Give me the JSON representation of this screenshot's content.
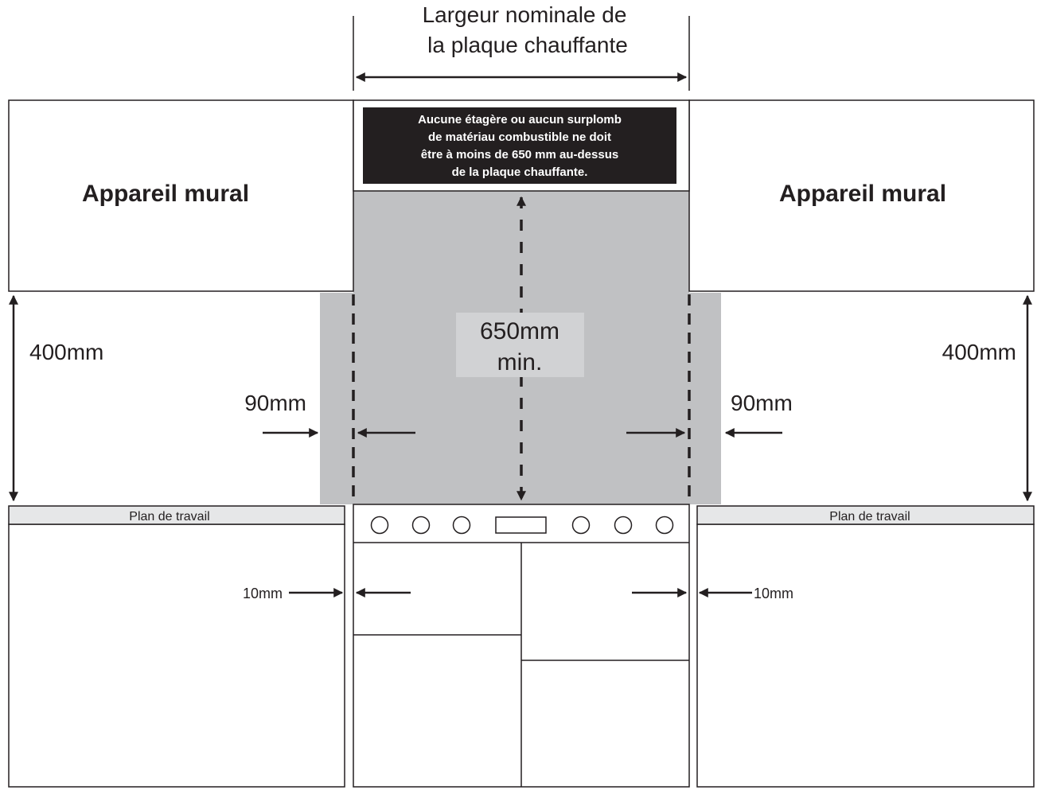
{
  "header": {
    "width_label_line1": "Largeur nominale de",
    "width_label_line2": "la plaque chauffante"
  },
  "warning": {
    "line1": "Aucune étagère ou aucun surplomb",
    "line2": "de matériau combustible ne doit",
    "line3": "être à moins de 650 mm au-dessus",
    "line4": "de la plaque chauffante."
  },
  "wall_units": {
    "left_label": "Appareil mural",
    "right_label": "Appareil mural"
  },
  "dimensions": {
    "center_height_value": "650mm",
    "center_height_suffix": "min.",
    "left_height": "400mm",
    "right_height": "400mm",
    "left_side_gap": "90mm",
    "right_side_gap": "90mm",
    "left_cabinet_gap": "10mm",
    "right_cabinet_gap": "10mm"
  },
  "worktops": {
    "left_label": "Plan de travail",
    "right_label": "Plan de travail"
  },
  "colors": {
    "clearance_zone": "#c0c1c3",
    "warning_bg": "#231f20",
    "worktop": "#e6e7e8",
    "label_box": "#d1d2d4",
    "line": "#231f20"
  }
}
